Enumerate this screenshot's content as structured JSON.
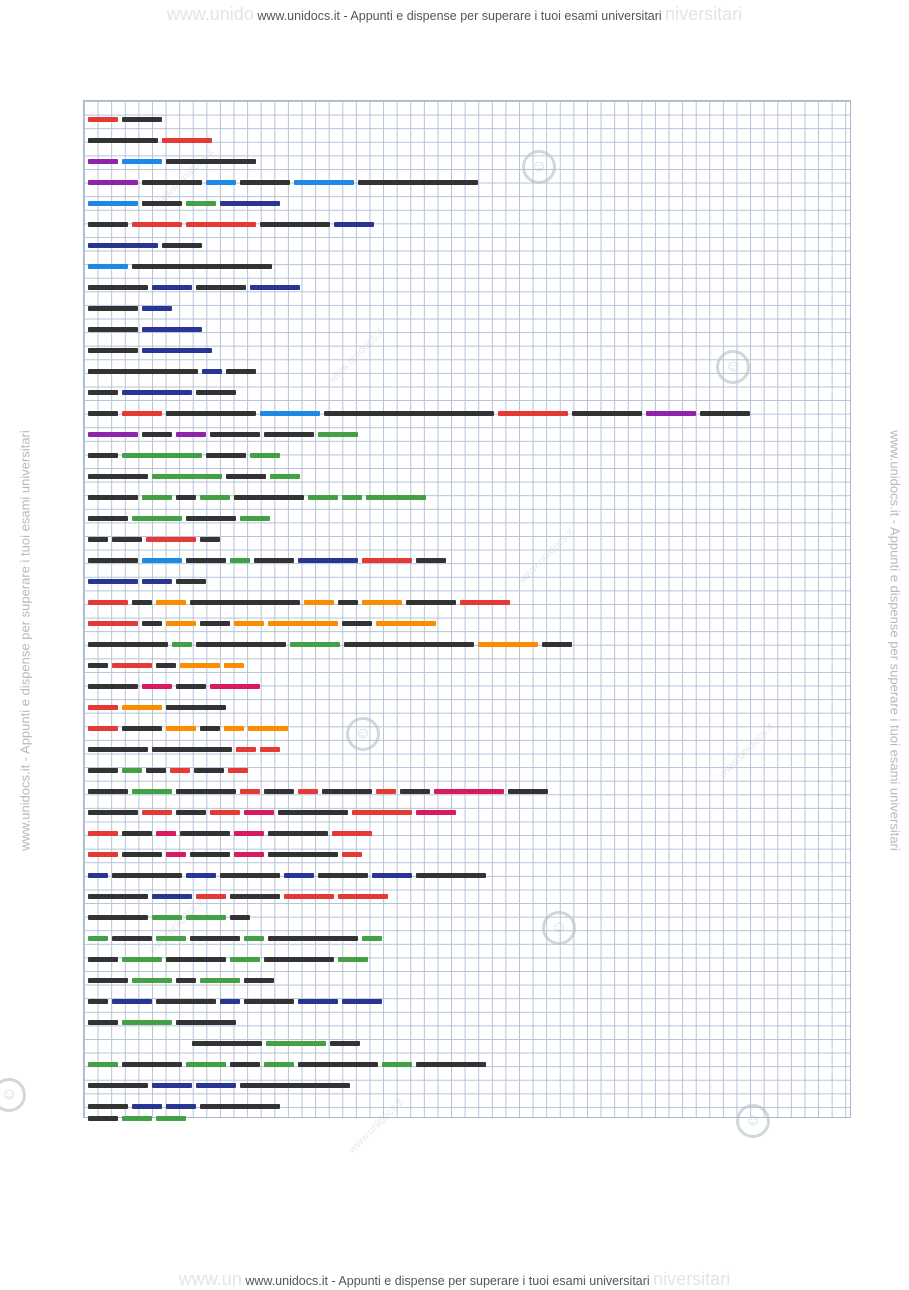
{
  "header": {
    "text": "www.unidocs.it - Appunti e dispense per superare i tuoi esami universitari",
    "ghost_left": "www.unido",
    "ghost_right": "niversitari"
  },
  "footer": {
    "text": "www.unidocs.it - Appunti e dispense per superare i tuoi esami universitari",
    "ghost_left": "www.un",
    "ghost_right": "niversitari"
  },
  "sidebar": {
    "left": "www.unidocs.it - Appunti e dispense per superare i tuoi esami universitari",
    "right": "www.unidocs.it - Appunti e dispense per superare i tuoi esami universitari"
  },
  "watermark": {
    "diagonal": "www.unidocs.it"
  },
  "colors": {
    "red": "#e53935",
    "blue": "#1e88e5",
    "purple": "#8e24aa",
    "green": "#43a047",
    "orange": "#fb8c00",
    "navy": "#283593",
    "magenta": "#d81b60",
    "grid": "#b5c3d6"
  }
}
